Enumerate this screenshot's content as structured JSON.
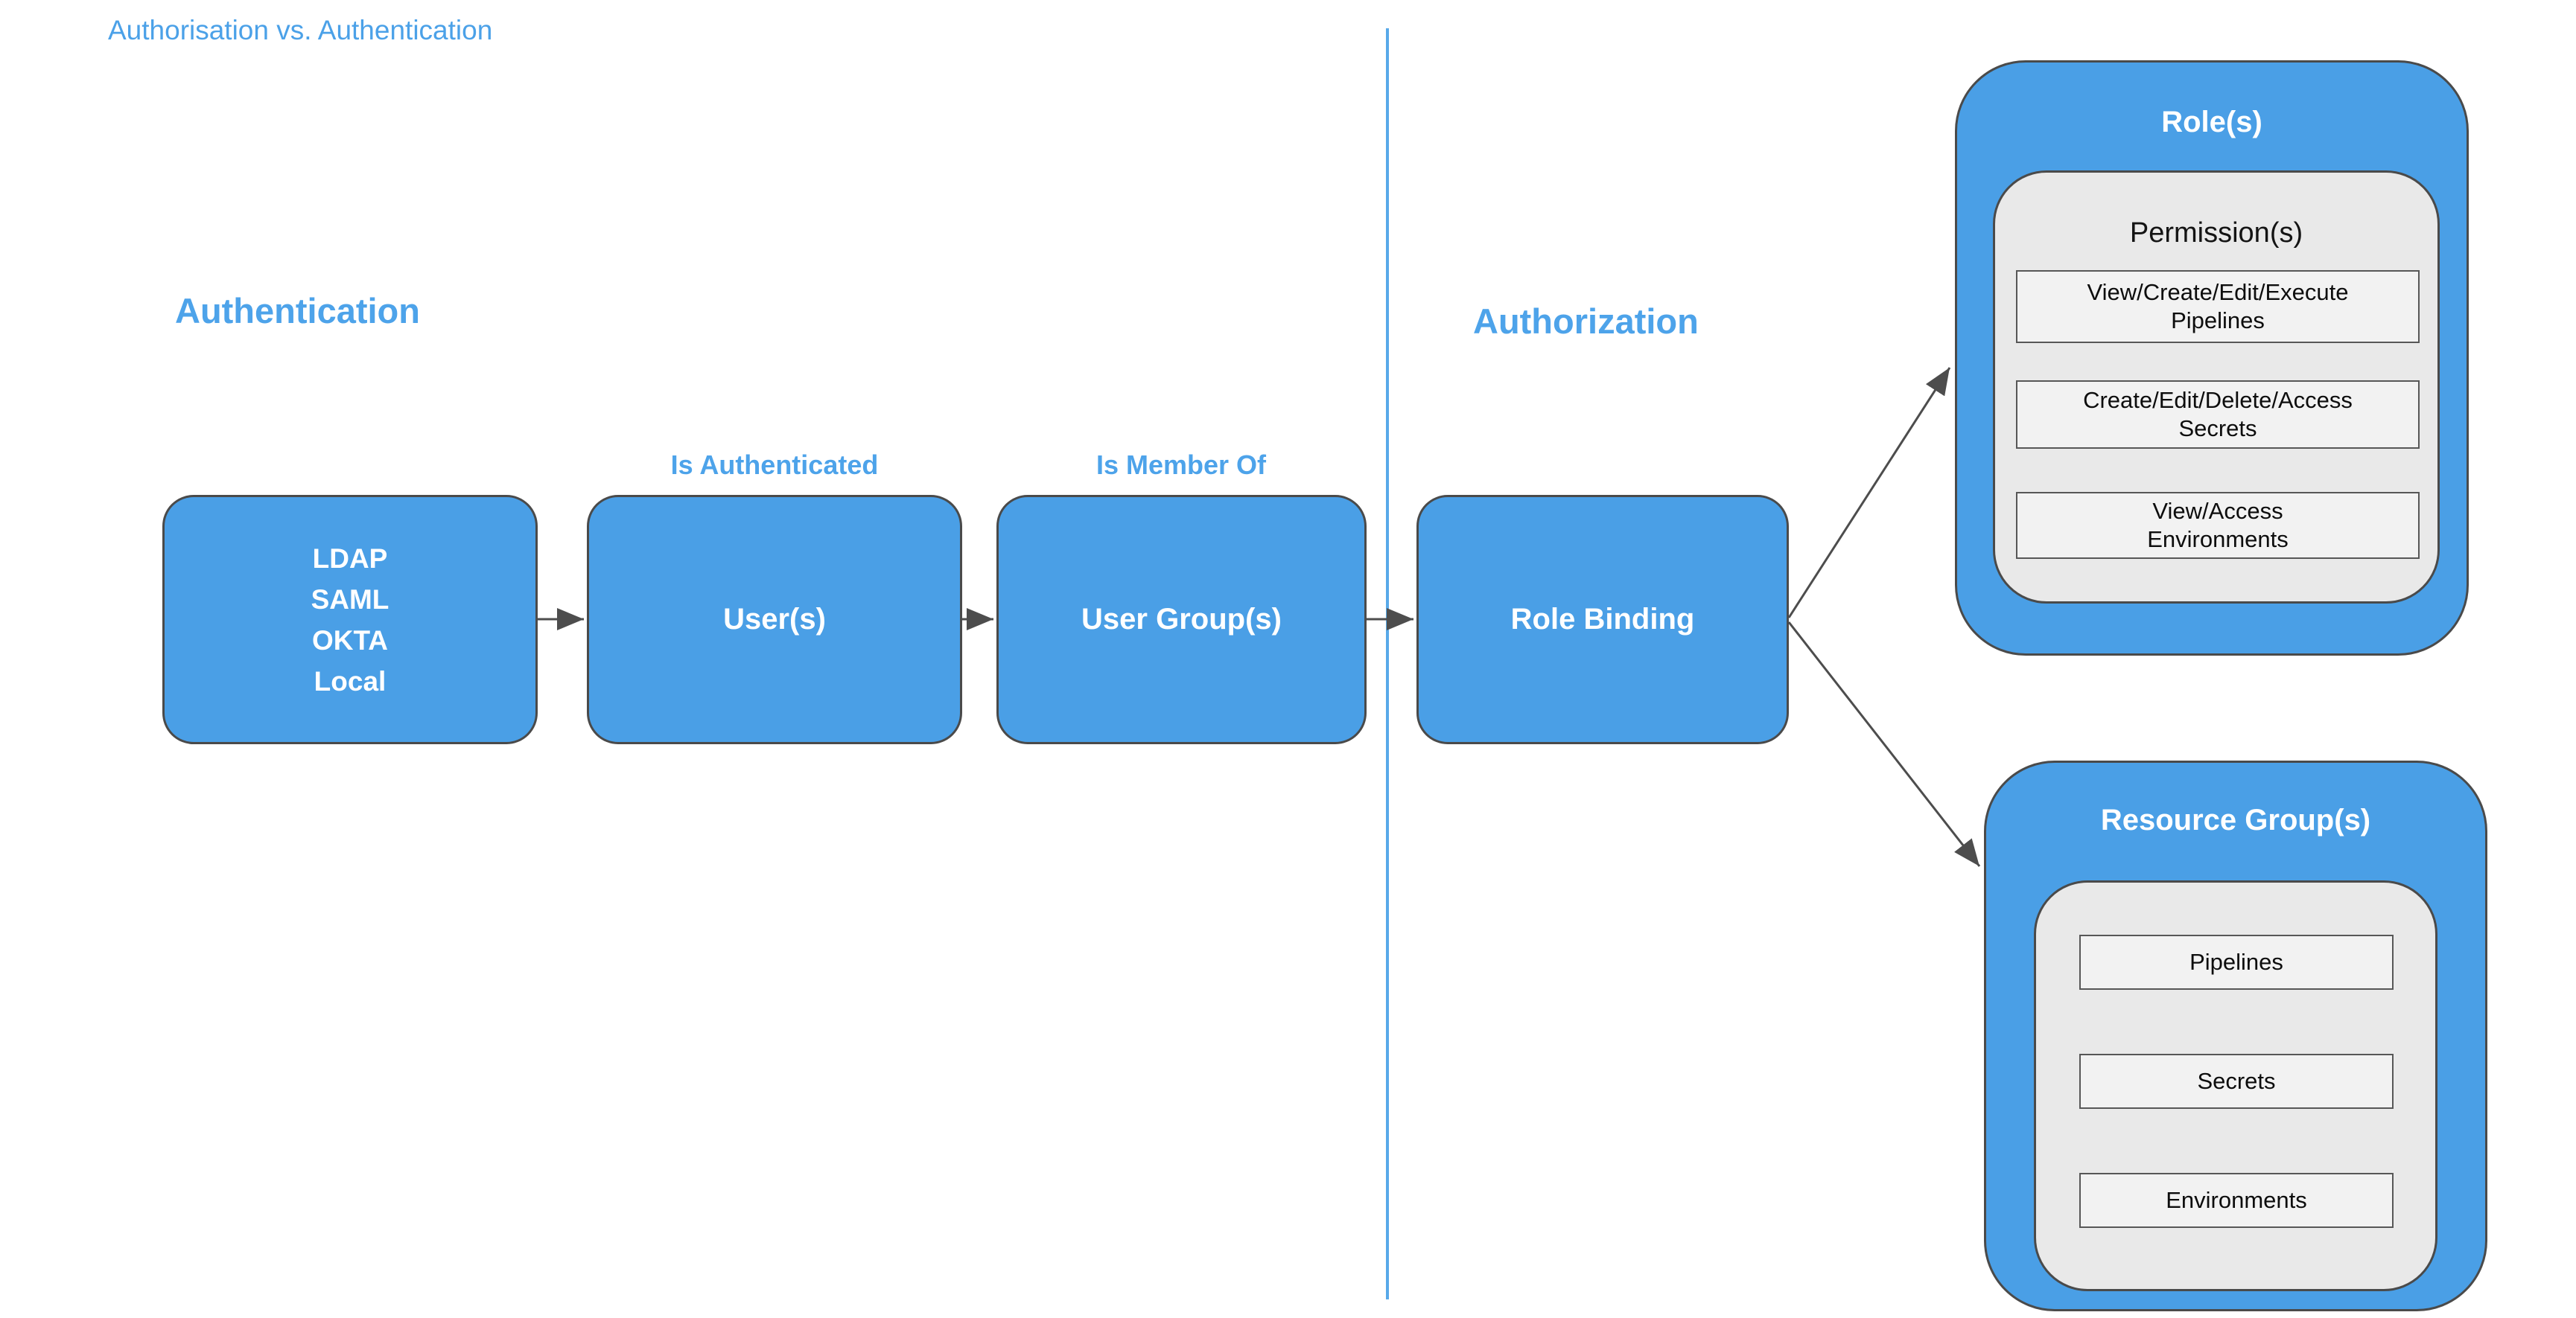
{
  "page": {
    "title": "Authorisation vs. Authentication"
  },
  "sections": {
    "authentication": {
      "heading": "Authentication"
    },
    "authorization": {
      "heading": "Authorization"
    }
  },
  "flow": {
    "identity_providers": {
      "lines": [
        "LDAP",
        "SAML",
        "OKTA",
        "Local"
      ]
    },
    "users": {
      "label": "User(s)"
    },
    "user_groups": {
      "label": "User Group(s)"
    },
    "role_binding": {
      "label": "Role Binding"
    },
    "edge_labels": {
      "is_authenticated": "Is Authenticated",
      "is_member_of": "Is Member Of"
    }
  },
  "roles": {
    "title": "Role(s)",
    "permissions": {
      "title": "Permission(s)",
      "items": [
        "View/Create/Edit/Execute\nPipelines",
        "Create/Edit/Delete/Access\nSecrets",
        "View/Access\nEnvironments"
      ]
    }
  },
  "resource_groups": {
    "title": "Resource Group(s)",
    "items": [
      "Pipelines",
      "Secrets",
      "Environments"
    ]
  },
  "colors": {
    "accent_blue": "#4DA3EA",
    "node_blue": "#4A9FE6",
    "divider_blue": "#58A9E9",
    "border_dark": "#4A4A4A",
    "panel_gray": "#E9E9E9",
    "item_gray": "#F2F2F2",
    "arrow_gray": "#4D4D4D",
    "node_text": "#FFFFFF",
    "item_text": "#0D0D0D"
  }
}
